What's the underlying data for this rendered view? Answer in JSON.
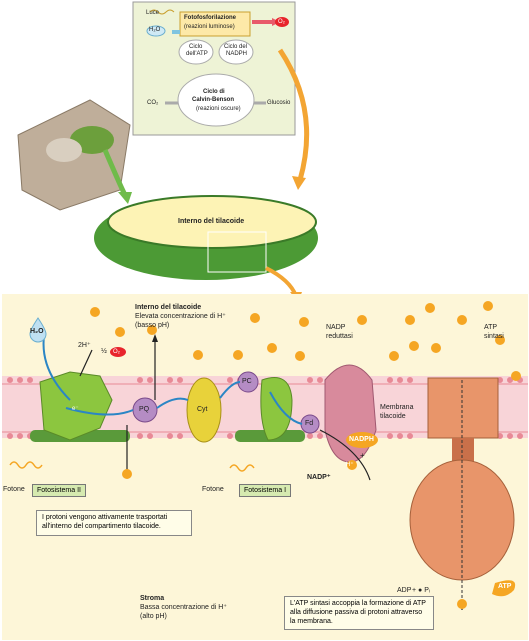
{
  "top_box": {
    "luce": "Luce",
    "h2o": "H₂O",
    "o2": "O₂",
    "co2": "CO₂",
    "fotofosforilazione": "Fotofosforilazione",
    "reazioni_luminose": "(reazioni luminose)",
    "ciclo_atp_1": "Ciclo",
    "ciclo_atp_2": "dell'ATP",
    "ciclo_nadph_1": "Ciclo del",
    "ciclo_nadph_2": "NADPH",
    "calvin_1": "Ciclo di",
    "calvin_2": "Calvin-Benson",
    "calvin_3": "(reazioni oscure)",
    "glucosio": "Glucosio"
  },
  "thylakoid_label": "Interno del tilacoide",
  "main": {
    "interior_title": "Interno del tilacoide",
    "interior_desc_1": "Elevata concentrazione di H⁺",
    "interior_desc_2": "(basso pH)",
    "h2o": "H₂O",
    "two_h": "2H⁺",
    "half": "½",
    "o2": "O₂",
    "electron": "e⁻",
    "pq": "PQ",
    "cyt": "Cyt",
    "pc": "PC",
    "fd": "Fd",
    "nadp_reductase_1": "NADP",
    "nadp_reductase_2": "reduttasi",
    "atp_synthase_1": "ATP",
    "atp_synthase_2": "sintasi",
    "membrane_1": "Membrana",
    "membrane_2": "tilacoide",
    "fotone_1": "Fotone",
    "fotone_2": "Fotone",
    "ps2": "Fotosistema II",
    "ps1": "Fotosistema I",
    "nadp_plus": "NADP⁺",
    "nadph": "NADPH",
    "plus": "+",
    "h_plus": "H⁺",
    "adp": "ADP",
    "pi": "+ ● Pᵢ",
    "atp": "ATP",
    "note_protons": "I protoni vengono attivamente trasportati all'interno del compartimento tilacoide.",
    "note_atp": "L'ATP sintasi accoppia la formazione di ATP alla diffusione passiva di protoni attraverso la membrana.",
    "stroma_title": "Stroma",
    "stroma_desc_1": "Bassa concentrazione di H⁺",
    "stroma_desc_2": "(alto pH)"
  },
  "colors": {
    "bg_panel": "#fdf6d8",
    "membrane": "#f2a7b0",
    "proton": "#f5a623",
    "ps_green": "#8cc63f",
    "purple": "#b58cc4",
    "synthase": "#e8956a"
  }
}
